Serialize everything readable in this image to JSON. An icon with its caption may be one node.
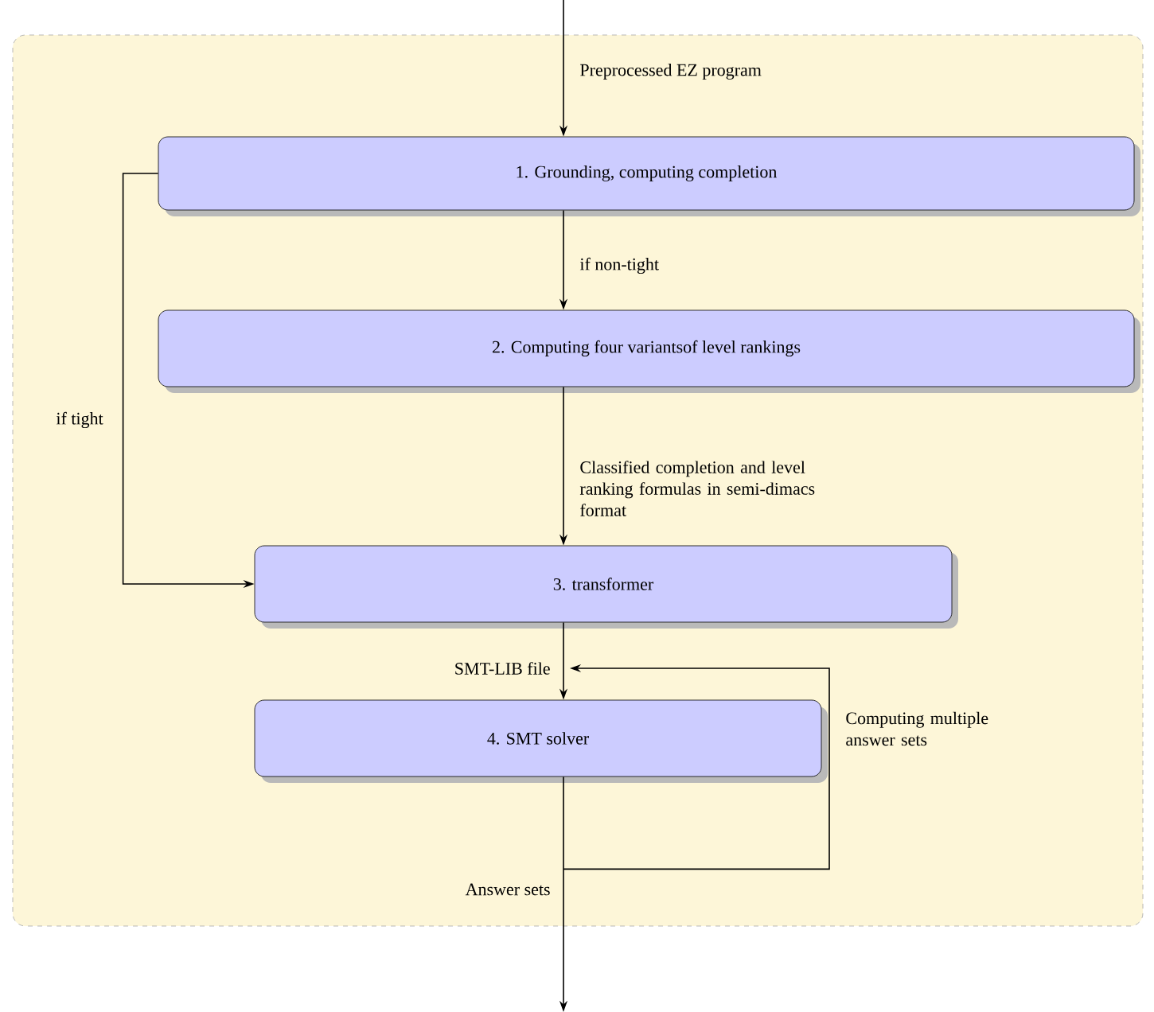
{
  "diagram": {
    "nodes": [
      {
        "text": [
          "1. Grounding, computing completion"
        ]
      },
      {
        "text": [
          "2. Computing four variantsof level rankings"
        ]
      },
      {
        "text": [
          "3. transformer"
        ]
      },
      {
        "text": [
          "4. SMT solver"
        ]
      }
    ],
    "edges": [
      {
        "from": null,
        "to": 0,
        "arrow": "to",
        "label": "Preprocessed EZ program"
      },
      {
        "from": 0,
        "to": 1,
        "arrow": "to",
        "label": "if non-tight"
      },
      {
        "from": 0,
        "to": 2,
        "arrow": "to",
        "label": "if tight"
      },
      {
        "from": 1,
        "to": 2,
        "arrow": "to",
        "label": "Classified completion and level ranking formulas in semi-dimacs format"
      },
      {
        "from": 2,
        "to": 3,
        "arrow": "to",
        "label": "SMT-LIB file"
      },
      {
        "from": 3,
        "to": null,
        "arrow": "to",
        "label": "Answer sets"
      },
      {
        "from": 3,
        "to": 3,
        "arrow": "to",
        "label": "Computing multiple answer sets"
      }
    ]
  }
}
